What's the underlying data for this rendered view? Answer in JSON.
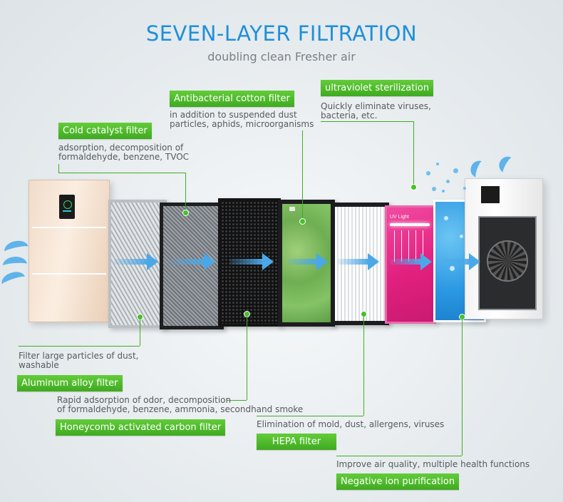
{
  "header": {
    "title": "SEVEN-LAYER FILTRATION",
    "subtitle": "doubling clean  Fresher air"
  },
  "layers": {
    "cold_catalyst": {
      "label": "Cold catalyst filter",
      "desc_1": "adsorption, decomposition of",
      "desc_2": "formaldehyde, benzene, TVOC"
    },
    "antibacterial_cotton": {
      "label": "Antibacterial cotton filter",
      "desc_1": "in addition to suspended dust",
      "desc_2": "particles, aphids, microorganisms"
    },
    "uv": {
      "label": "ultraviolet sterilization",
      "desc_1": "Quickly eliminate viruses,",
      "desc_2": "bacteria, etc.",
      "panel_text": "UV Light"
    },
    "aluminum": {
      "label": "Aluminum alloy filter",
      "desc_1": "Filter large particles of dust,",
      "desc_2": "washable"
    },
    "honeycomb": {
      "label": "Honeycomb activated carbon filter",
      "desc_1": "Rapid adsorption of odor, decomposition",
      "desc_2": "of formaldehyde, benzene, ammonia, secondhand smoke"
    },
    "hepa": {
      "label": "HEPA filter",
      "desc_1": "Elimination of mold, dust, allergens, viruses"
    },
    "negative_ion": {
      "label": "Negative ion purification",
      "desc_1": "Improve air quality, multiple health functions"
    }
  },
  "colors": {
    "title_blue": "#1e8fd9",
    "tag_green": "#4bb82a",
    "arrow_blue": "#4aa8e8",
    "uv_panel": "#e8268a",
    "ion_panel": "#2f9fe6"
  }
}
